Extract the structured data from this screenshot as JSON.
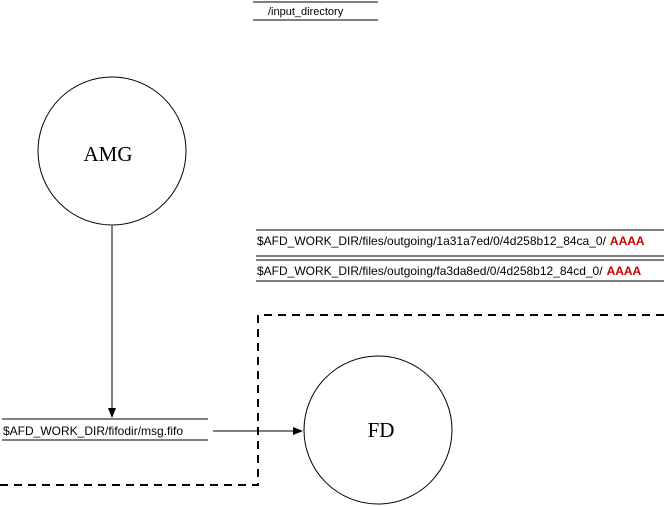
{
  "diagram": {
    "input_directory": "/input_directory",
    "nodes": {
      "amg": "AMG",
      "fd": "FD"
    },
    "fifo_path": "$AFD_WORK_DIR/fifodir/msg.fifo",
    "outgoing": [
      {
        "path": "$AFD_WORK_DIR/files/outgoing/1a31a7ed/0/4d258b12_84ca_0/",
        "tag": "AAAA"
      },
      {
        "path": "$AFD_WORK_DIR/files/outgoing/fa3da8ed/0/4d258b12_84cd_0/",
        "tag": "AAAA"
      }
    ],
    "colors": {
      "tag": "#cc0000",
      "line": "#000000"
    }
  }
}
